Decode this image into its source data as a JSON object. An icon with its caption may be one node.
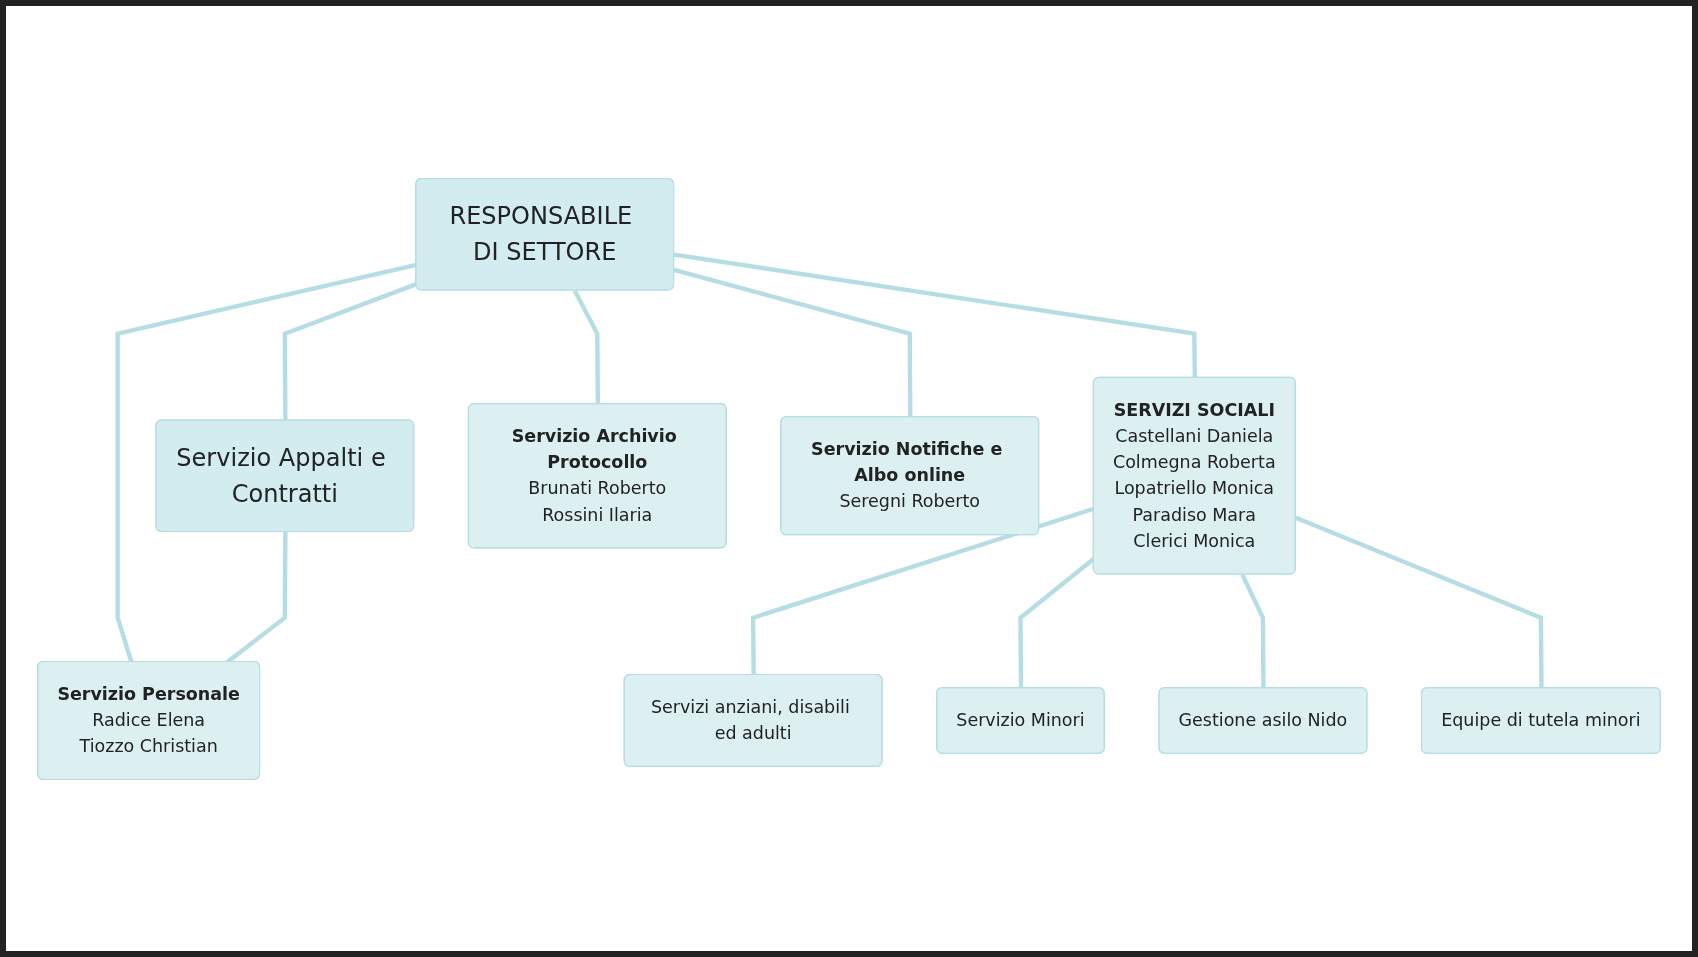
{
  "diagram": {
    "nodes": [
      {
        "text": [
          "RESPONSABILE DI SETTORE"
        ]
      },
      {
        "text": [
          "Servizio Appalti e Contratti"
        ]
      },
      {
        "text": [
          "SERVIZI SOCIALI",
          "Castellani Daniela",
          "Colmegna Roberta",
          "Lopatriello Monica",
          "Paradiso Mara",
          "Clerici Monica"
        ]
      },
      {
        "text": [
          "Servizio Archivio Protocollo",
          "Brunati Roberto",
          "Rossini Ilaria"
        ]
      },
      {
        "text": [
          "Servizio Notifiche e Albo online",
          "Seregni Roberto"
        ]
      },
      {
        "text": [
          "Servizio Personale",
          "Radice Elena",
          "Tiozzo Christian"
        ]
      },
      {
        "text": [
          "Servizi anziani, disabili ed adulti"
        ]
      },
      {
        "text": [
          "Servizio Minori"
        ]
      },
      {
        "text": [
          "Gestione asilo Nido"
        ]
      },
      {
        "text": [
          "Equipe di tutela minori"
        ]
      }
    ],
    "edges": [
      {
        "from": 0,
        "to": 1,
        "arrow": "none"
      },
      {
        "from": 0,
        "to": 2,
        "arrow": "none"
      },
      {
        "from": 0,
        "to": 3,
        "arrow": "none"
      },
      {
        "from": 0,
        "to": 4,
        "arrow": "none"
      },
      {
        "from": 0,
        "to": 5,
        "arrow": "none"
      },
      {
        "from": 1,
        "to": 5,
        "arrow": "none"
      },
      {
        "from": 2,
        "to": 6,
        "arrow": "none"
      },
      {
        "from": 2,
        "to": 7,
        "arrow": "none"
      },
      {
        "from": 2,
        "to": 8,
        "arrow": "none"
      },
      {
        "from": 2,
        "to": 9,
        "arrow": "none"
      }
    ]
  }
}
